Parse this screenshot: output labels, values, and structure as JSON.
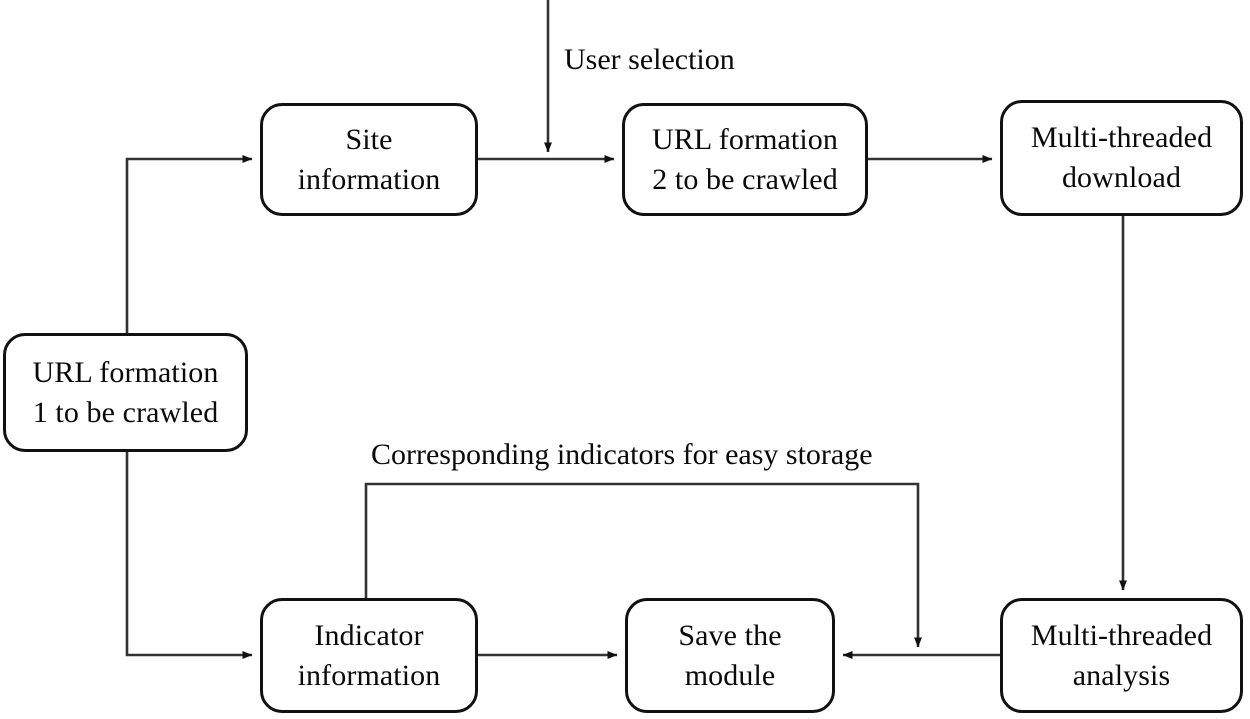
{
  "diagram": {
    "title": "Web crawler workflow flowchart",
    "background_color": "#ffffff",
    "line_color": "#333333",
    "box_border_color": "#111111",
    "text_color": "#0a0a0a",
    "nodes": [
      {
        "id": "site-information",
        "label": "Site\ninformation"
      },
      {
        "id": "url-formation-2",
        "label": "URL formation\n2 to be crawled"
      },
      {
        "id": "multi-threaded-download",
        "label": "Multi-threaded\ndownload"
      },
      {
        "id": "url-formation-1",
        "label": "URL formation\n1 to be crawled"
      },
      {
        "id": "indicator-information",
        "label": "Indicator\ninformation"
      },
      {
        "id": "save-the-module",
        "label": "Save the\nmodule"
      },
      {
        "id": "multi-threaded-analysis",
        "label": "Multi-threaded\nanalysis"
      }
    ],
    "edge_labels": [
      {
        "id": "user-selection",
        "text": "User selection"
      },
      {
        "id": "corresponding-indicators",
        "text": "Corresponding indicators for easy storage"
      }
    ],
    "edges": [
      {
        "from": "url-formation-1",
        "to": "site-information"
      },
      {
        "from": "site-information",
        "to": "url-formation-2"
      },
      {
        "from": "external-user",
        "to": "url-formation-2",
        "label": "User selection"
      },
      {
        "from": "url-formation-2",
        "to": "multi-threaded-download"
      },
      {
        "from": "multi-threaded-download",
        "to": "multi-threaded-analysis"
      },
      {
        "from": "multi-threaded-analysis",
        "to": "save-the-module"
      },
      {
        "from": "url-formation-1",
        "to": "indicator-information"
      },
      {
        "from": "indicator-information",
        "to": "save-the-module"
      },
      {
        "from": "indicator-information",
        "to": "save-the-module",
        "label": "Corresponding indicators for easy storage"
      }
    ]
  }
}
